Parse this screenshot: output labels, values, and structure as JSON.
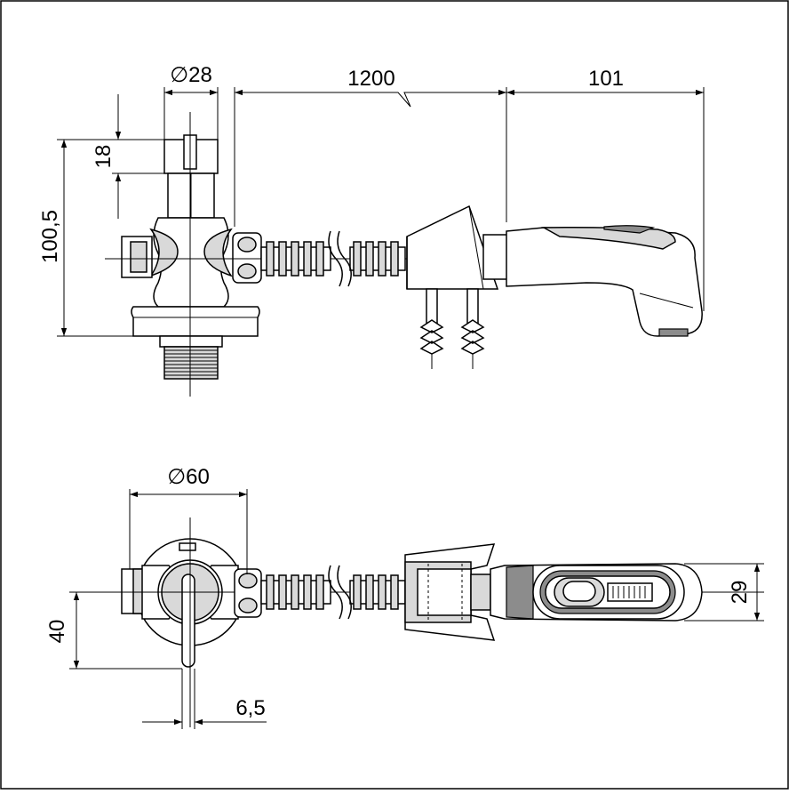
{
  "drawing": {
    "side_view": {
      "dims": {
        "diameter_top": "∅28",
        "hose_length": "1200",
        "handshower_length": "101",
        "cap_height": "18",
        "overall_height": "100,5"
      }
    },
    "top_view": {
      "dims": {
        "diameter_rosette": "∅60",
        "lever_offset": "40",
        "lever_width": "6,5",
        "handshower_width": "29"
      }
    },
    "colors": {
      "line": "#000000",
      "fill_light": "#d9d9d9",
      "fill_dark": "#8c8c8c"
    }
  }
}
